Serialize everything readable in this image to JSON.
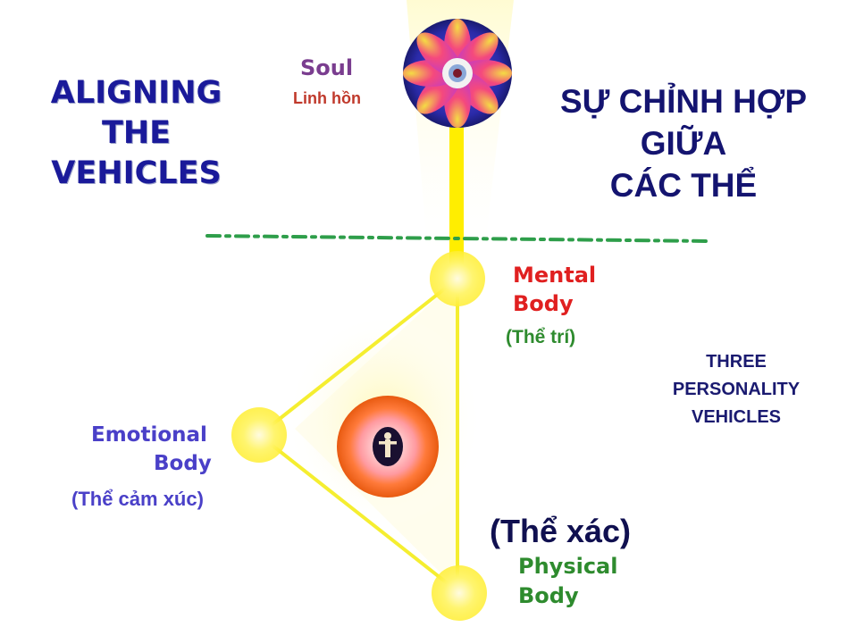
{
  "title_en": [
    "ALIGNING",
    "THE",
    "VEHICLES"
  ],
  "title_vi": [
    "SỰ CHỈNH HỢP",
    "GIỮA",
    "CÁC THỂ"
  ],
  "soul": {
    "label_en": "Soul",
    "label_vi": "Linh hồn"
  },
  "mental_body": {
    "label_en_1": "Mental",
    "label_en_2": "Body",
    "label_vi": "(Thể trí)"
  },
  "emotional_body": {
    "label_en_1": "Emotional",
    "label_en_2": "Body",
    "label_vi": "(Thể cảm xúc)"
  },
  "physical_body": {
    "label_vi": "(Thể xác)",
    "label_en_1": "Physical",
    "label_en_2": "Body"
  },
  "three_personality": [
    "THREE",
    "PERSONALITY",
    "VEHICLES"
  ],
  "colors": {
    "title": "#1a1a9a",
    "soul_label": "#7a3d8f",
    "soul_label_vi": "#c0392b",
    "mental_label": "#e02020",
    "green_label": "#2e8b2e",
    "emotional_label": "#4a40c8",
    "ray": "#ffee00",
    "dashed_line": "#2e9e4a"
  },
  "icons": {
    "soul": "lotus-flower-icon",
    "center": "christ-figure-icon"
  }
}
